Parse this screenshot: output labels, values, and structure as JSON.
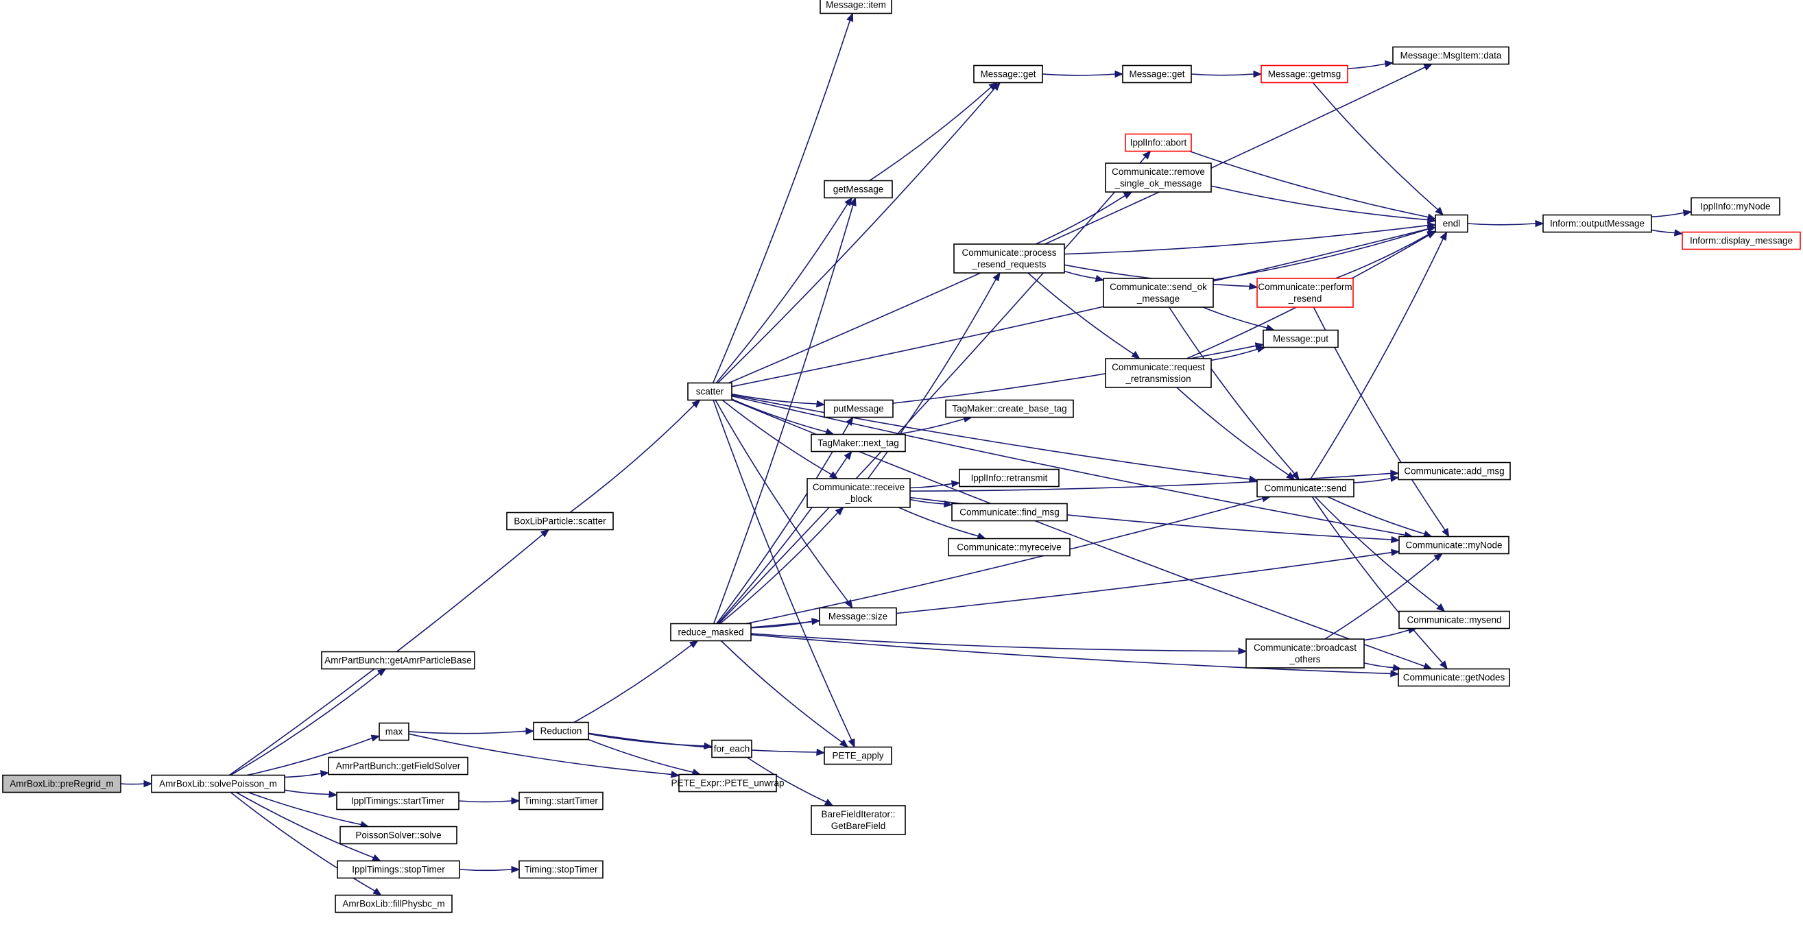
{
  "graph": {
    "nodes": [
      {
        "id": "preRegrid",
        "lines": [
          "AmrBoxLib::preRegrid_m"
        ],
        "root": true
      },
      {
        "id": "solvePoisson",
        "lines": [
          "AmrBoxLib::solvePoisson_m"
        ]
      },
      {
        "id": "getAmrParticleBase",
        "lines": [
          "AmrPartBunch::getAmrParticleBase"
        ]
      },
      {
        "id": "max",
        "lines": [
          "max"
        ]
      },
      {
        "id": "getFieldSolver",
        "lines": [
          "AmrPartBunch::getFieldSolver"
        ]
      },
      {
        "id": "ipplStartTimer",
        "lines": [
          "IpplTimings::startTimer"
        ]
      },
      {
        "id": "poissonSolve",
        "lines": [
          "PoissonSolver::solve"
        ]
      },
      {
        "id": "ipplStopTimer",
        "lines": [
          "IpplTimings::stopTimer"
        ]
      },
      {
        "id": "fillPhysbc",
        "lines": [
          "AmrBoxLib::fillPhysbc_m"
        ]
      },
      {
        "id": "boxlibScatter",
        "lines": [
          "BoxLibParticle::scatter"
        ]
      },
      {
        "id": "reduction",
        "lines": [
          "Reduction"
        ]
      },
      {
        "id": "timingStart",
        "lines": [
          "Timing::startTimer"
        ]
      },
      {
        "id": "timingStop",
        "lines": [
          "Timing::stopTimer"
        ]
      },
      {
        "id": "scatter",
        "lines": [
          "scatter"
        ]
      },
      {
        "id": "reduceMasked",
        "lines": [
          "reduce_masked"
        ]
      },
      {
        "id": "forEach",
        "lines": [
          "for_each"
        ]
      },
      {
        "id": "peteUnwrap",
        "lines": [
          "PETE_Expr::PETE_unwrap"
        ]
      },
      {
        "id": "peteApply",
        "lines": [
          "PETE_apply"
        ]
      },
      {
        "id": "bareField",
        "lines": [
          "BareFieldIterator::",
          "GetBareField"
        ]
      },
      {
        "id": "msgItem",
        "lines": [
          "Message::item"
        ]
      },
      {
        "id": "msgGet1",
        "lines": [
          "Message::get"
        ]
      },
      {
        "id": "getMessage",
        "lines": [
          "getMessage"
        ]
      },
      {
        "id": "putMessage",
        "lines": [
          "putMessage"
        ]
      },
      {
        "id": "nextTag",
        "lines": [
          "TagMaker::next_tag"
        ]
      },
      {
        "id": "receiveBlock",
        "lines": [
          "Communicate::receive",
          "_block"
        ]
      },
      {
        "id": "msgSize",
        "lines": [
          "Message::size"
        ]
      },
      {
        "id": "msgGet2",
        "lines": [
          "Message::get"
        ]
      },
      {
        "id": "processResend",
        "lines": [
          "Communicate::process",
          "_resend_requests"
        ]
      },
      {
        "id": "createBaseTag",
        "lines": [
          "TagMaker::create_base_tag"
        ]
      },
      {
        "id": "ipplRetransmit",
        "lines": [
          "IpplInfo::retransmit"
        ]
      },
      {
        "id": "findMsg",
        "lines": [
          "Communicate::find_msg"
        ]
      },
      {
        "id": "myreceive",
        "lines": [
          "Communicate::myreceive"
        ]
      },
      {
        "id": "ipplAbort",
        "lines": [
          "IpplInfo::abort"
        ],
        "truncated": true
      },
      {
        "id": "removeSingleOk",
        "lines": [
          "Communicate::remove",
          "_single_ok_message"
        ]
      },
      {
        "id": "sendOk",
        "lines": [
          "Communicate::send_ok",
          "_message"
        ]
      },
      {
        "id": "requestRetrans",
        "lines": [
          "Communicate::request",
          "_retransmission"
        ]
      },
      {
        "id": "commSend",
        "lines": [
          "Communicate::send"
        ]
      },
      {
        "id": "broadcastOthers",
        "lines": [
          "Communicate::broadcast",
          "_others"
        ]
      },
      {
        "id": "getmsg",
        "lines": [
          "Message::getmsg"
        ],
        "truncated": true
      },
      {
        "id": "performResend",
        "lines": [
          "Communicate::perform",
          "_resend"
        ],
        "truncated": true
      },
      {
        "id": "msgPut",
        "lines": [
          "Message::put"
        ]
      },
      {
        "id": "msgItemData",
        "lines": [
          "Message::MsgItem::data"
        ]
      },
      {
        "id": "endl",
        "lines": [
          "endl"
        ]
      },
      {
        "id": "addMsg",
        "lines": [
          "Communicate::add_msg"
        ]
      },
      {
        "id": "commMyNode",
        "lines": [
          "Communicate::myNode"
        ]
      },
      {
        "id": "mysend",
        "lines": [
          "Communicate::mysend"
        ]
      },
      {
        "id": "getNodes",
        "lines": [
          "Communicate::getNodes"
        ]
      },
      {
        "id": "outputMessage",
        "lines": [
          "Inform::outputMessage"
        ]
      },
      {
        "id": "ipplMyNode",
        "lines": [
          "IpplInfo::myNode"
        ]
      },
      {
        "id": "displayMessage",
        "lines": [
          "Inform::display_message"
        ],
        "truncated": true
      }
    ],
    "edges": [
      [
        "preRegrid",
        "solvePoisson"
      ],
      [
        "solvePoisson",
        "getAmrParticleBase"
      ],
      [
        "solvePoisson",
        "boxlibScatter"
      ],
      [
        "solvePoisson",
        "max"
      ],
      [
        "solvePoisson",
        "getFieldSolver"
      ],
      [
        "solvePoisson",
        "ipplStartTimer"
      ],
      [
        "solvePoisson",
        "poissonSolve"
      ],
      [
        "solvePoisson",
        "ipplStopTimer"
      ],
      [
        "solvePoisson",
        "fillPhysbc"
      ],
      [
        "boxlibScatter",
        "scatter"
      ],
      [
        "max",
        "reduction"
      ],
      [
        "max",
        "peteUnwrap"
      ],
      [
        "ipplStartTimer",
        "timingStart"
      ],
      [
        "ipplStopTimer",
        "timingStop"
      ],
      [
        "reduction",
        "reduceMasked"
      ],
      [
        "reduction",
        "forEach"
      ],
      [
        "reduction",
        "peteApply"
      ],
      [
        "reduction",
        "peteUnwrap"
      ],
      [
        "forEach",
        "bareField"
      ],
      [
        "scatter",
        "msgItem"
      ],
      [
        "scatter",
        "msgGet1"
      ],
      [
        "scatter",
        "msgItemData"
      ],
      [
        "scatter",
        "endl"
      ],
      [
        "scatter",
        "getMessage"
      ],
      [
        "scatter",
        "putMessage"
      ],
      [
        "scatter",
        "nextTag"
      ],
      [
        "scatter",
        "receiveBlock"
      ],
      [
        "scatter",
        "msgSize"
      ],
      [
        "scatter",
        "peteApply"
      ],
      [
        "scatter",
        "commSend"
      ],
      [
        "scatter",
        "commMyNode"
      ],
      [
        "scatter",
        "getNodes"
      ],
      [
        "reduceMasked",
        "getMessage"
      ],
      [
        "reduceMasked",
        "putMessage"
      ],
      [
        "reduceMasked",
        "nextTag"
      ],
      [
        "reduceMasked",
        "receiveBlock"
      ],
      [
        "reduceMasked",
        "msgSize"
      ],
      [
        "reduceMasked",
        "peteApply"
      ],
      [
        "reduceMasked",
        "ipplAbort"
      ],
      [
        "reduceMasked",
        "commSend"
      ],
      [
        "reduceMasked",
        "commMyNode"
      ],
      [
        "reduceMasked",
        "broadcastOthers"
      ],
      [
        "reduceMasked",
        "getNodes"
      ],
      [
        "getMessage",
        "msgGet1"
      ],
      [
        "putMessage",
        "msgPut"
      ],
      [
        "nextTag",
        "createBaseTag"
      ],
      [
        "receiveBlock",
        "processResend"
      ],
      [
        "receiveBlock",
        "ipplRetransmit"
      ],
      [
        "receiveBlock",
        "findMsg"
      ],
      [
        "receiveBlock",
        "myreceive"
      ],
      [
        "receiveBlock",
        "addMsg"
      ],
      [
        "receiveBlock",
        "commMyNode"
      ],
      [
        "msgGet1",
        "msgGet2"
      ],
      [
        "msgGet2",
        "getmsg"
      ],
      [
        "getmsg",
        "msgItemData"
      ],
      [
        "getmsg",
        "endl"
      ],
      [
        "ipplAbort",
        "endl"
      ],
      [
        "processResend",
        "removeSingleOk"
      ],
      [
        "processResend",
        "endl"
      ],
      [
        "processResend",
        "sendOk"
      ],
      [
        "processResend",
        "requestRetrans"
      ],
      [
        "processResend",
        "performResend"
      ],
      [
        "removeSingleOk",
        "endl"
      ],
      [
        "sendOk",
        "endl"
      ],
      [
        "sendOk",
        "msgPut"
      ],
      [
        "sendOk",
        "commSend"
      ],
      [
        "requestRetrans",
        "msgPut"
      ],
      [
        "requestRetrans",
        "endl"
      ],
      [
        "requestRetrans",
        "commSend"
      ],
      [
        "performResend",
        "endl"
      ],
      [
        "performResend",
        "commMyNode"
      ],
      [
        "commSend",
        "addMsg"
      ],
      [
        "commSend",
        "endl"
      ],
      [
        "commSend",
        "commMyNode"
      ],
      [
        "commSend",
        "mysend"
      ],
      [
        "commSend",
        "getNodes"
      ],
      [
        "broadcastOthers",
        "mysend"
      ],
      [
        "broadcastOthers",
        "commMyNode"
      ],
      [
        "broadcastOthers",
        "getNodes"
      ],
      [
        "endl",
        "outputMessage"
      ],
      [
        "outputMessage",
        "ipplMyNode"
      ],
      [
        "outputMessage",
        "displayMessage"
      ]
    ]
  }
}
